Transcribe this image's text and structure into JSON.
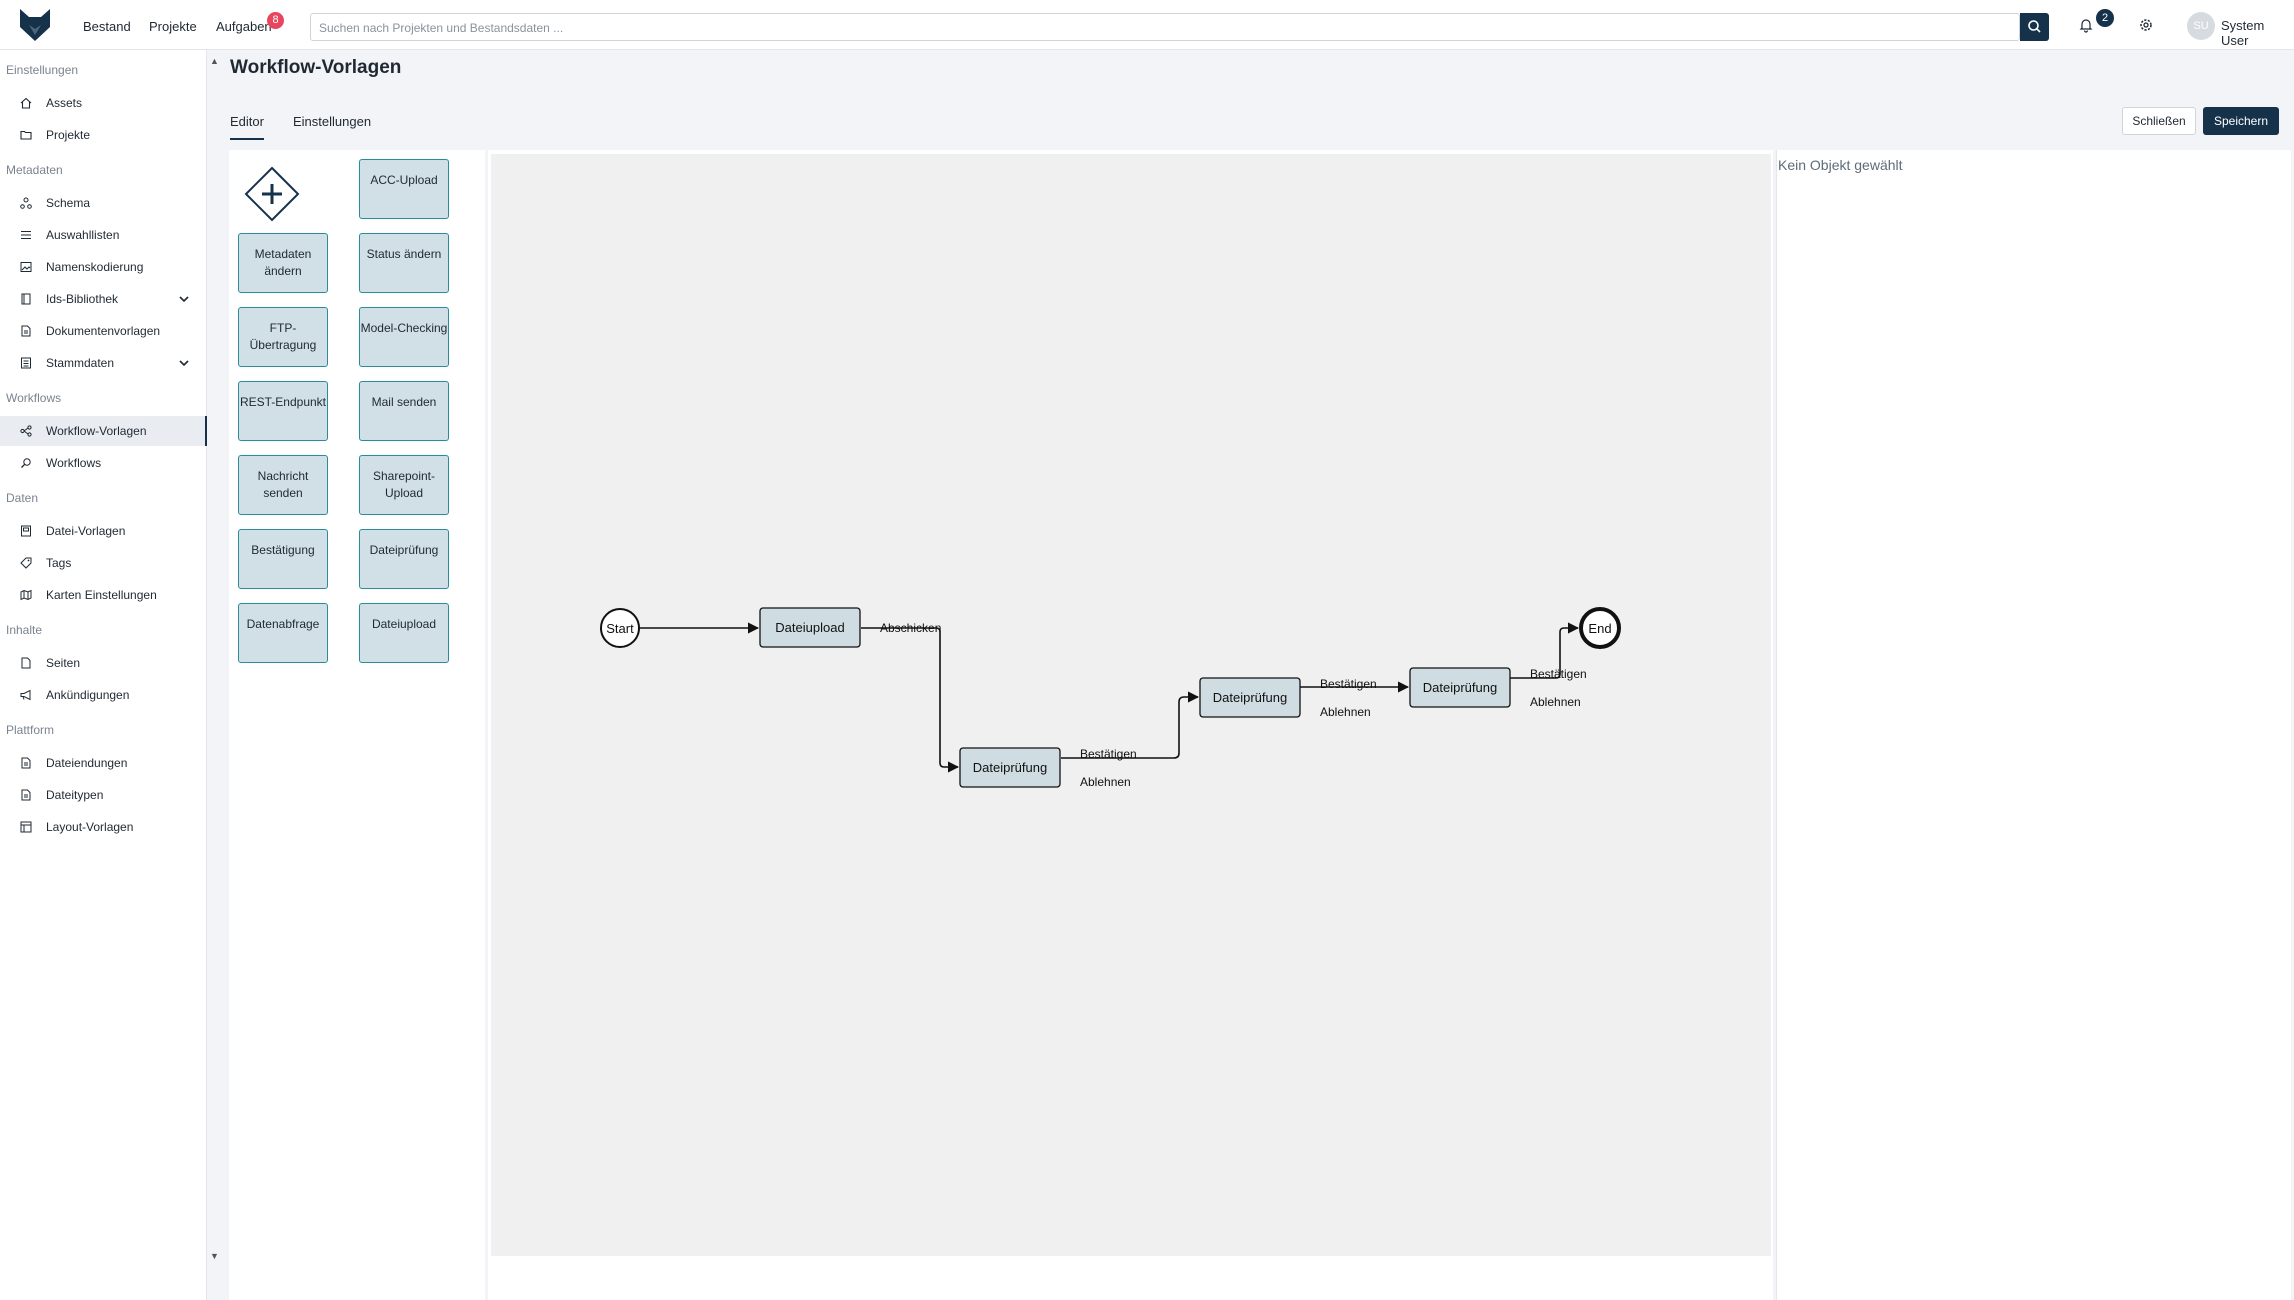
{
  "header": {
    "nav": [
      {
        "label": "Bestand"
      },
      {
        "label": "Projekte"
      },
      {
        "label": "Aufgaben",
        "badge": "8"
      }
    ],
    "search_placeholder": "Suchen nach Projekten und Bestandsdaten ...",
    "notifications_count": "2",
    "user_initials": "SU",
    "user_name": "System User",
    "accent_color": "#15324a",
    "badge_color": "#e8455f"
  },
  "sidebar": {
    "sections": [
      {
        "title": "Einstellungen",
        "items": [
          {
            "label": "Assets",
            "icon": "home-icon"
          },
          {
            "label": "Projekte",
            "icon": "folder-icon"
          }
        ]
      },
      {
        "title": "Metadaten",
        "items": [
          {
            "label": "Schema",
            "icon": "schema-icon"
          },
          {
            "label": "Auswahllisten",
            "icon": "list-icon"
          },
          {
            "label": "Namenskodierung",
            "icon": "image-icon"
          },
          {
            "label": "Ids-Bibliothek",
            "icon": "book-icon",
            "expandable": true
          },
          {
            "label": "Dokumentenvorlagen",
            "icon": "document-icon"
          },
          {
            "label": "Stammdaten",
            "icon": "database-icon",
            "expandable": true
          }
        ]
      },
      {
        "title": "Workflows",
        "items": [
          {
            "label": "Workflow-Vorlagen",
            "icon": "workflow-icon",
            "active": true
          },
          {
            "label": "Workflows",
            "icon": "search-doc-icon"
          }
        ]
      },
      {
        "title": "Daten",
        "items": [
          {
            "label": "Datei-Vorlagen",
            "icon": "file-template-icon"
          },
          {
            "label": "Tags",
            "icon": "tag-icon"
          },
          {
            "label": "Karten Einstellungen",
            "icon": "map-icon"
          }
        ]
      },
      {
        "title": "Inhalte",
        "items": [
          {
            "label": "Seiten",
            "icon": "page-icon"
          },
          {
            "label": "Ankündigungen",
            "icon": "megaphone-icon"
          }
        ]
      },
      {
        "title": "Plattform",
        "items": [
          {
            "label": "Dateiendungen",
            "icon": "file-icon"
          },
          {
            "label": "Dateitypen",
            "icon": "file-type-icon"
          },
          {
            "label": "Layout-Vorlagen",
            "icon": "layout-icon"
          }
        ]
      }
    ]
  },
  "page": {
    "title": "Workflow-Vorlagen",
    "tabs": [
      {
        "label": "Editor",
        "active": true
      },
      {
        "label": "Einstellungen",
        "active": false
      }
    ],
    "close_label": "Schließen",
    "save_label": "Speichern"
  },
  "palette": {
    "items": [
      {
        "label": "ACC-Upload"
      },
      {
        "label": "Metadaten ändern"
      },
      {
        "label": "Status ändern"
      },
      {
        "label": "FTP-Übertragung"
      },
      {
        "label": "Model-Checking"
      },
      {
        "label": "REST-Endpunkt"
      },
      {
        "label": "Mail senden"
      },
      {
        "label": "Nachricht senden"
      },
      {
        "label": "Sharepoint-Upload"
      },
      {
        "label": "Bestätigung"
      },
      {
        "label": "Dateiprüfung"
      },
      {
        "label": "Datenabfrage"
      },
      {
        "label": "Dateiupload"
      }
    ]
  },
  "diagram": {
    "start_label": "Start",
    "end_label": "End",
    "tasks": [
      {
        "label": "Dateiupload"
      },
      {
        "label": "Dateiprüfung"
      },
      {
        "label": "Dateiprüfung"
      },
      {
        "label": "Dateiprüfung"
      }
    ],
    "flows": [
      {
        "label": "Abschicken"
      },
      {
        "label": "Bestätigen"
      },
      {
        "label": "Ablehnen"
      },
      {
        "label": "Bestätigen"
      },
      {
        "label": "Ablehnen"
      },
      {
        "label": "Bestätigen"
      },
      {
        "label": "Ablehnen"
      }
    ]
  },
  "properties": {
    "empty_text": "Kein Objekt gewählt"
  }
}
